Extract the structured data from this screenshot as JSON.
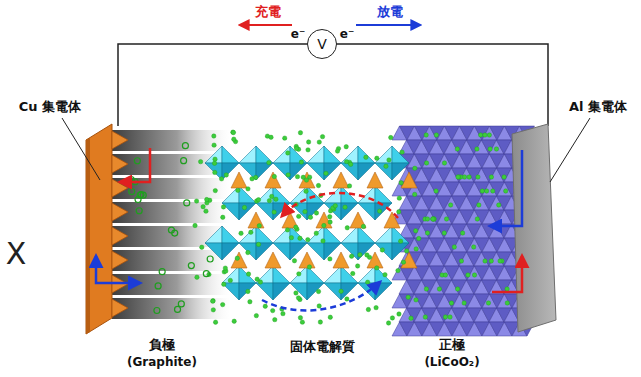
{
  "diagram": {
    "nodes": [
      {
        "text": [
          "V"
        ]
      }
    ],
    "labels": [
      "充電",
      "e⁻",
      "e⁻",
      "放電",
      "Cu 集電体",
      "Al 集電体",
      "負極",
      "(Graphite)",
      "固体電解質",
      "正極",
      "(LiCoO₂)",
      "X"
    ]
  }
}
